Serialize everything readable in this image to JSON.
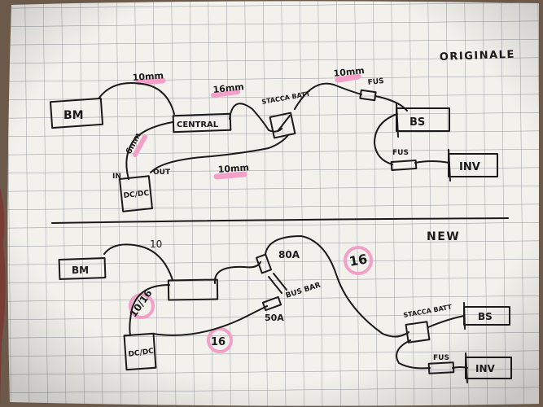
{
  "heading": "ORIGINALE",
  "section_new": "NEW",
  "original": {
    "bm": "BM",
    "central": "CENTRAL",
    "dcdc": "DC/DC",
    "in_label": "IN",
    "out_label": "OUT",
    "stacca_batt": "STACCA BATT",
    "bs": "BS",
    "inv": "INV",
    "fus_top": "FUS",
    "fus_bottom": "FUS",
    "wire_bm_central": "10mm",
    "wire_central_switch": "16mm",
    "wire_switch_fus": "10mm",
    "wire_dcdc_in": "6mm",
    "wire_dcdc_out": "10mm"
  },
  "new": {
    "bm": "BM",
    "dcdc": "DC/DC",
    "stacca_batt": "STACCA BATT",
    "bs": "BS",
    "inv": "INV",
    "fus": "FUS",
    "bus_bar": "BUS BAR",
    "fuse_80": "80A",
    "fuse_50": "50A",
    "wire_bm": "10",
    "wire_dcdc_in": "10/16",
    "wire_dcdc_out": "16",
    "wire_main": "16"
  },
  "colors": {
    "paper": "#f3f1ec",
    "grid": "#8d949a",
    "ink": "#1a1a1a",
    "highlight": "#f2a0c8",
    "binding": "#6b5a4a"
  }
}
